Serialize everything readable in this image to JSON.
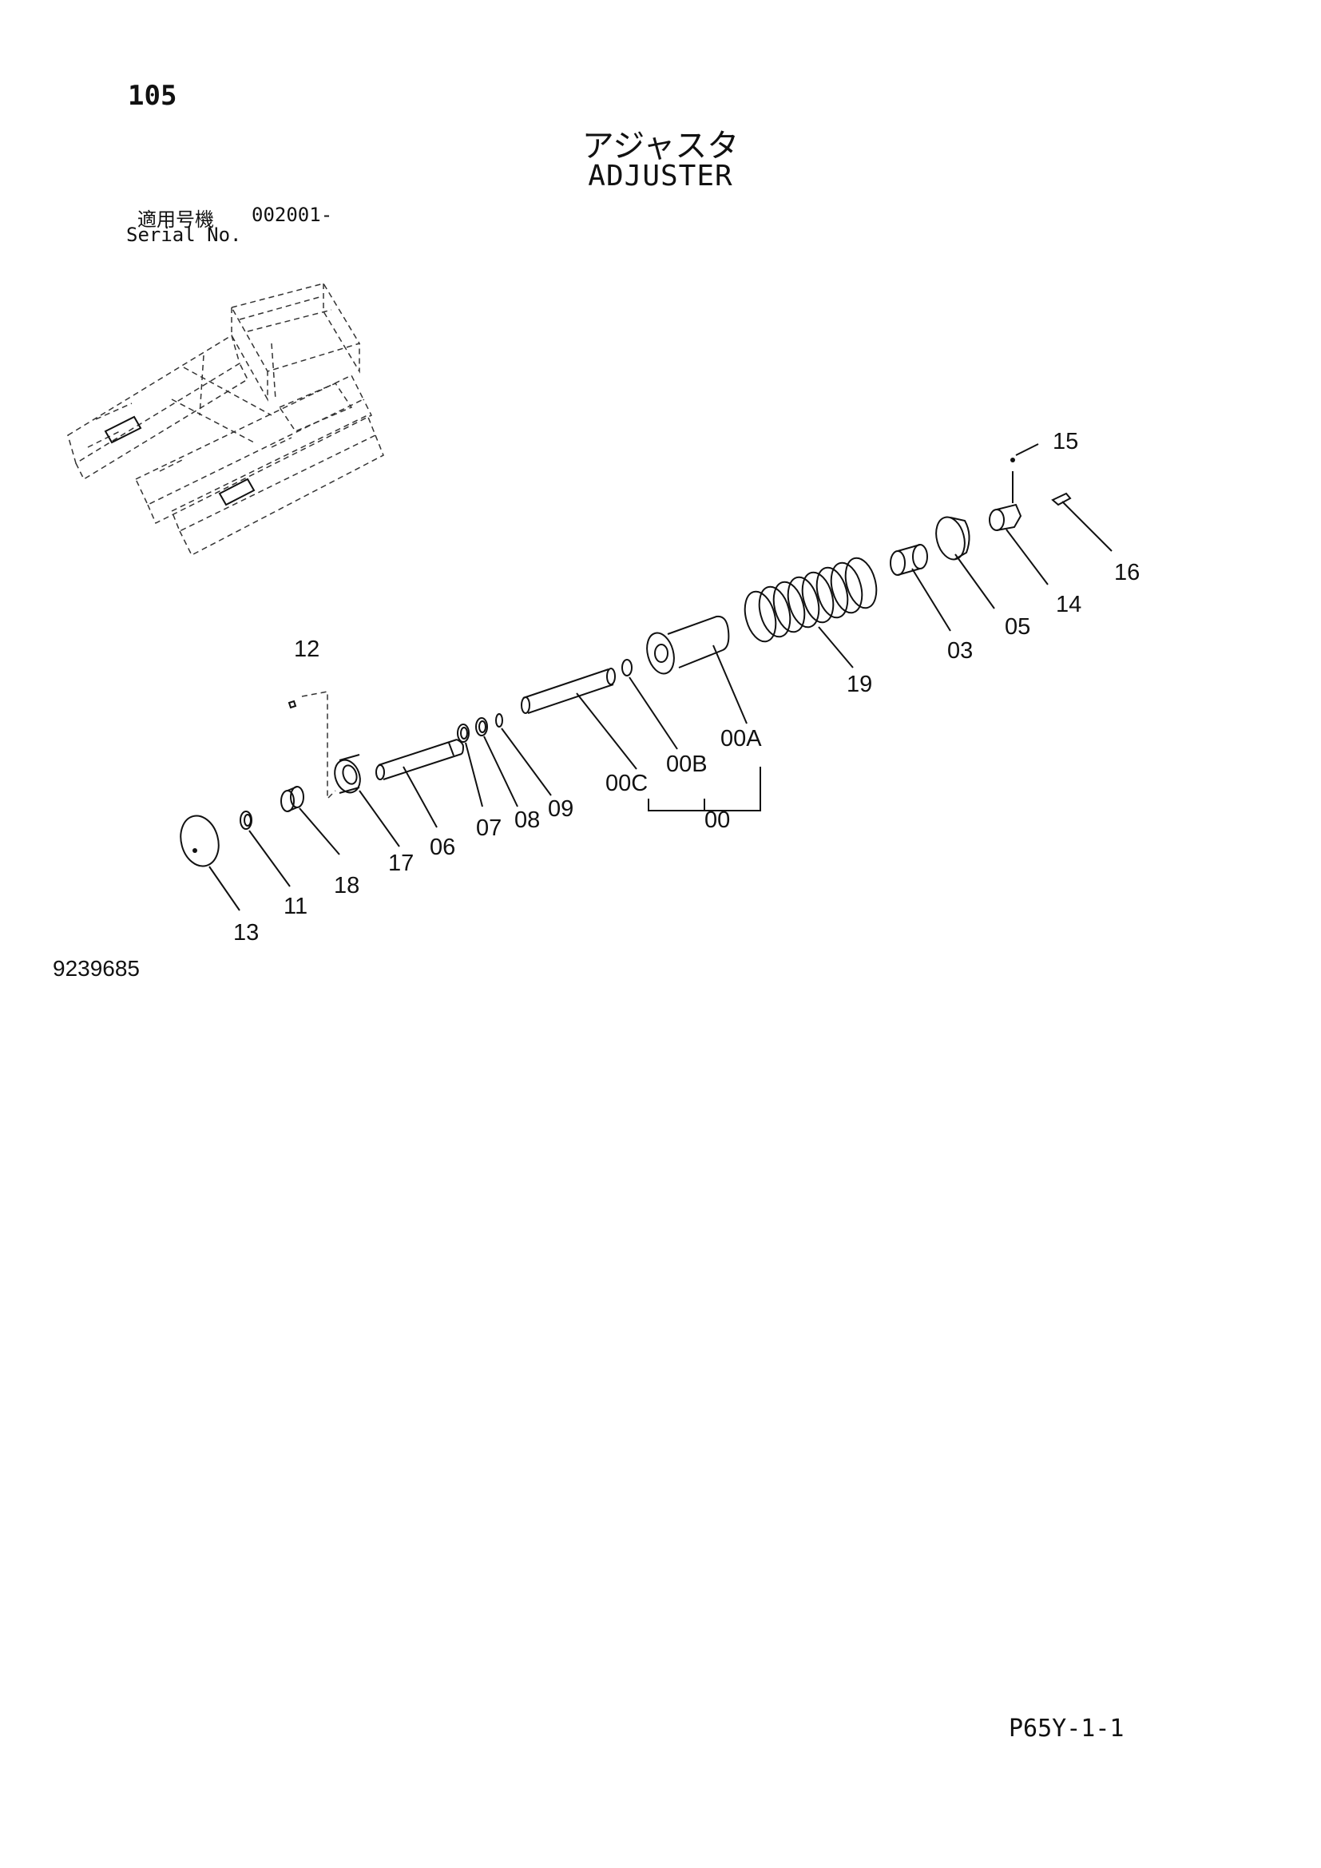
{
  "header": {
    "page_number": "105",
    "title_ja": "アジャスタ",
    "title_en": "ADJUSTER",
    "serial_label_ja": "適用号機",
    "serial_value": "002001-",
    "serial_label_en": "Serial No."
  },
  "labels": {
    "p00": "00",
    "p00A": "00A",
    "p00B": "00B",
    "p00C": "00C",
    "p03": "03",
    "p05": "05",
    "p06": "06",
    "p07": "07",
    "p08": "08",
    "p09": "09",
    "p11": "11",
    "p12": "12",
    "p13": "13",
    "p14": "14",
    "p15": "15",
    "p16": "16",
    "p17": "17",
    "p18": "18",
    "p19": "19"
  },
  "footer": {
    "drawing_number": "9239685",
    "page_code": "P65Y-1-1"
  }
}
